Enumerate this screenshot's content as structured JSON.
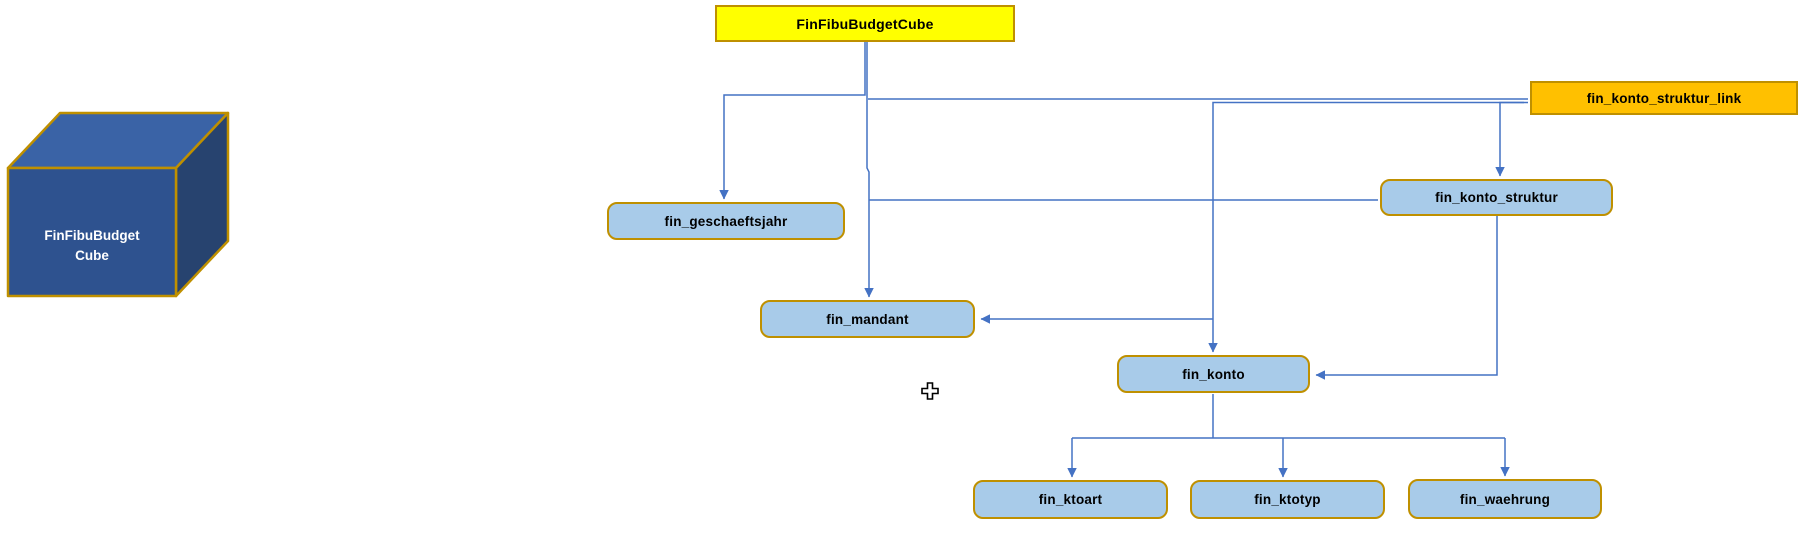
{
  "diagram": {
    "cube": {
      "label_line1": "FinFibuBudget",
      "label_line2": "Cube"
    },
    "nodes": {
      "budget_cube": {
        "label": "FinFibuBudgetCube"
      },
      "konto_struktur_link": {
        "label": "fin_konto_struktur_link"
      },
      "geschaeftsjahr": {
        "label": "fin_geschaeftsjahr"
      },
      "konto_struktur": {
        "label": "fin_konto_struktur"
      },
      "mandant": {
        "label": "fin_mandant"
      },
      "konto": {
        "label": "fin_konto"
      },
      "ktoart": {
        "label": "fin_ktoart"
      },
      "ktotyp": {
        "label": "fin_ktotyp"
      },
      "waehrung": {
        "label": "fin_waehrung"
      }
    },
    "connections": [
      {
        "from": "FinFibuBudgetCube",
        "to": "fin_geschaeftsjahr",
        "arrow": true
      },
      {
        "from": "FinFibuBudgetCube",
        "to": "fin_mandant",
        "arrow": true
      },
      {
        "from": "FinFibuBudgetCube",
        "to": "fin_konto_struktur",
        "arrow": false
      },
      {
        "from": "FinFibuBudgetCube",
        "to": "fin_konto_struktur_link",
        "arrow": false
      },
      {
        "from": "fin_konto_struktur_link",
        "to": "fin_konto_struktur",
        "arrow": true
      },
      {
        "from": "fin_konto_struktur_link",
        "to": "fin_konto",
        "arrow": true
      },
      {
        "from": "fin_konto_struktur_link",
        "to": "fin_mandant",
        "arrow": true
      },
      {
        "from": "fin_konto_struktur",
        "to": "fin_konto",
        "arrow": true
      },
      {
        "from": "fin_konto",
        "to": "fin_ktoart",
        "arrow": true
      },
      {
        "from": "fin_konto",
        "to": "fin_ktotyp",
        "arrow": true
      },
      {
        "from": "fin_konto",
        "to": "fin_waehrung",
        "arrow": true
      }
    ],
    "colors": {
      "connector": "#4472C4",
      "table_fill": "#A8CBE9",
      "table_border": "#BF9000",
      "cube_header_fill": "#FFFF00",
      "link_fill": "#FFC000",
      "cube_front": "#2E528F",
      "cube_top": "#3A63A6",
      "cube_side": "#27436F"
    },
    "icons": {
      "cursor": "move-cursor"
    }
  }
}
